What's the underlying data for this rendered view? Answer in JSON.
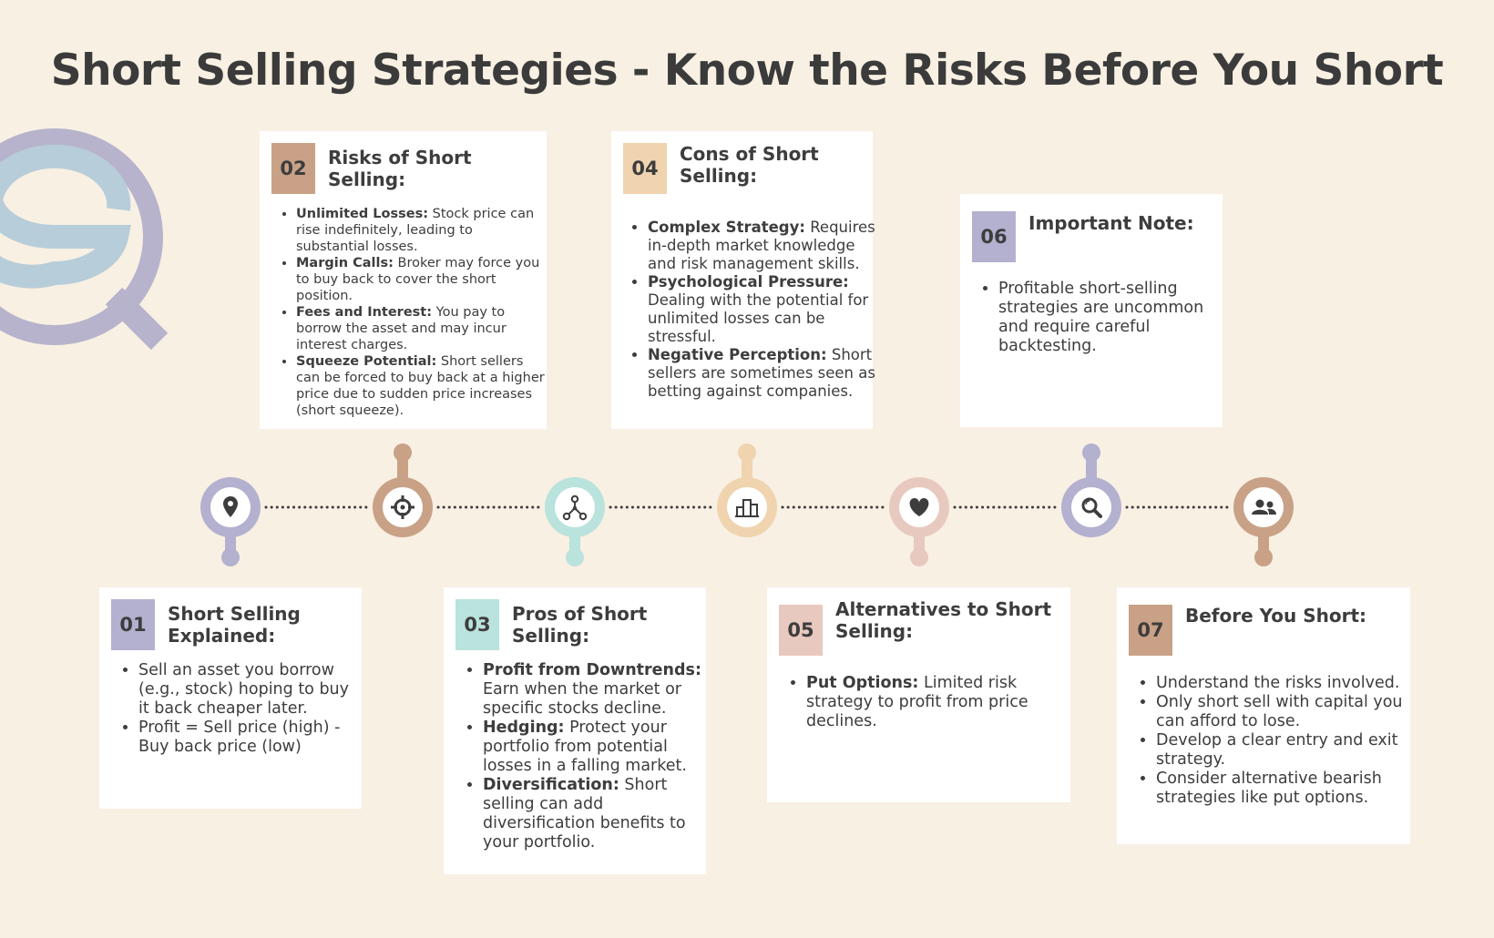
{
  "title": "Short Selling Strategies - Know the Risks Before You Short",
  "colors": {
    "background": "#f8f0e3",
    "purple": "#b3b1cf",
    "brown": "#c9a186",
    "teal": "#b9e3dc",
    "peach": "#f0d4b0",
    "pink": "#e8c9bf",
    "dots": "#3d3d3d"
  },
  "timeline": {
    "nodes": [
      {
        "icon": "location-pin-icon"
      },
      {
        "icon": "crosshair-icon"
      },
      {
        "icon": "network-icon"
      },
      {
        "icon": "bar-chart-icon"
      },
      {
        "icon": "heart-icon"
      },
      {
        "icon": "magnifier-icon"
      },
      {
        "icon": "people-icon"
      }
    ]
  },
  "cards": {
    "c01": {
      "number": "01",
      "title": "Short Selling Explained:",
      "items": [
        {
          "bold": "",
          "text": "Sell an asset you borrow (e.g., stock) hoping to buy it back cheaper later."
        },
        {
          "bold": "",
          "text": "Profit = Sell price (high) - Buy back price (low)"
        }
      ]
    },
    "c02": {
      "number": "02",
      "title": "Risks of Short Selling:",
      "items": [
        {
          "bold": "Unlimited Losses:",
          "text": " Stock price can rise indefinitely, leading to substantial losses."
        },
        {
          "bold": "Margin Calls:",
          "text": " Broker may force you to buy back to cover the short position."
        },
        {
          "bold": "Fees and Interest:",
          "text": " You pay to borrow the asset and may incur interest charges."
        },
        {
          "bold": "Squeeze Potential:",
          "text": " Short sellers can be forced to buy back at a higher price due to sudden price increases (short squeeze)."
        }
      ]
    },
    "c03": {
      "number": "03",
      "title": "Pros of Short Selling:",
      "items": [
        {
          "bold": "Profit from Downtrends:",
          "text": " Earn when the market or specific stocks decline."
        },
        {
          "bold": "Hedging:",
          "text": " Protect your portfolio from potential losses in a falling market."
        },
        {
          "bold": "Diversification:",
          "text": " Short selling can add diversification benefits to your portfolio."
        }
      ]
    },
    "c04": {
      "number": "04",
      "title": "Cons of Short Selling:",
      "items": [
        {
          "bold": "Complex Strategy:",
          "text": " Requires in-depth market knowledge and risk management skills."
        },
        {
          "bold": "Psychological Pressure:",
          "text": " Dealing with the potential for unlimited losses can be stressful."
        },
        {
          "bold": "Negative Perception:",
          "text": " Short sellers are sometimes seen as betting against companies."
        }
      ]
    },
    "c05": {
      "number": "05",
      "title": "Alternatives to Short Selling:",
      "items": [
        {
          "bold": "Put Options:",
          "text": " Limited risk strategy to profit from price declines."
        }
      ]
    },
    "c06": {
      "number": "06",
      "title": "Important Note:",
      "items": [
        {
          "bold": "",
          "text": "Profitable short-selling strategies are uncommon and require careful backtesting."
        }
      ]
    },
    "c07": {
      "number": "07",
      "title": "Before You Short:",
      "items": [
        {
          "bold": "",
          "text": "Understand the risks involved."
        },
        {
          "bold": "",
          "text": "Only short sell with capital you can afford to lose."
        },
        {
          "bold": "",
          "text": "Develop a clear entry and exit strategy."
        },
        {
          "bold": "",
          "text": "Consider alternative bearish strategies like put options."
        }
      ]
    }
  }
}
